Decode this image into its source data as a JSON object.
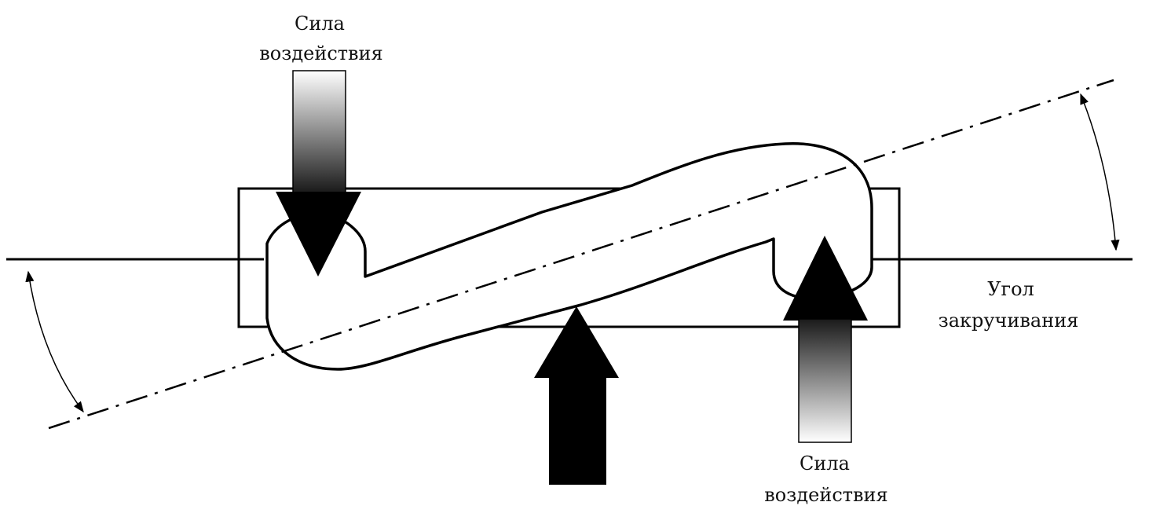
{
  "labels": {
    "force_top_line1": "Сила",
    "force_top_line2": "воздействия",
    "force_bottom_line1": "Сила",
    "force_bottom_line2": "воздействия",
    "twist_angle_line1": "Угол",
    "twist_angle_line2": "закручивания"
  },
  "colors": {
    "stroke": "#000000",
    "background": "#ffffff",
    "gradient_light": "#ffffff",
    "gradient_dark": "#1a1a1a"
  }
}
